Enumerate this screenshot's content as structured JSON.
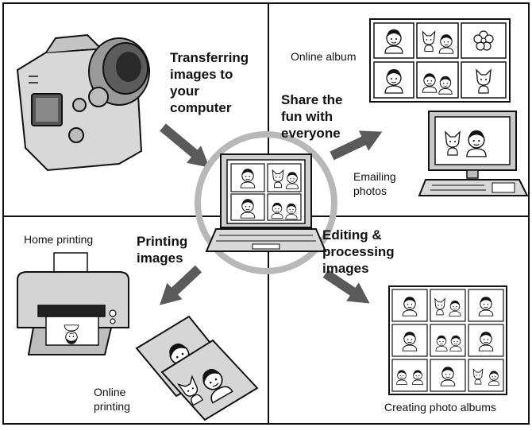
{
  "labels": {
    "transferring": "Transferring images to your computer",
    "share": "Share the fun with everyone",
    "online_album": "Online album",
    "emailing": "Emailing photos",
    "home_printing": "Home printing",
    "printing_images": "Printing images",
    "editing": "Editing & processing images",
    "online_printing": "Online printing",
    "creating_albums": "Creating photo albums"
  },
  "icons": [
    "camera-icon",
    "laptop-icon",
    "desktop-computer-icon",
    "printer-icon",
    "photo-print-icon",
    "photo-album-icon",
    "arrow-icon"
  ],
  "colors": {
    "outline": "#111111",
    "ring": "#b8b8b8",
    "arrow": "#5a5a5a",
    "photo_bg": "#e6e6e6"
  }
}
